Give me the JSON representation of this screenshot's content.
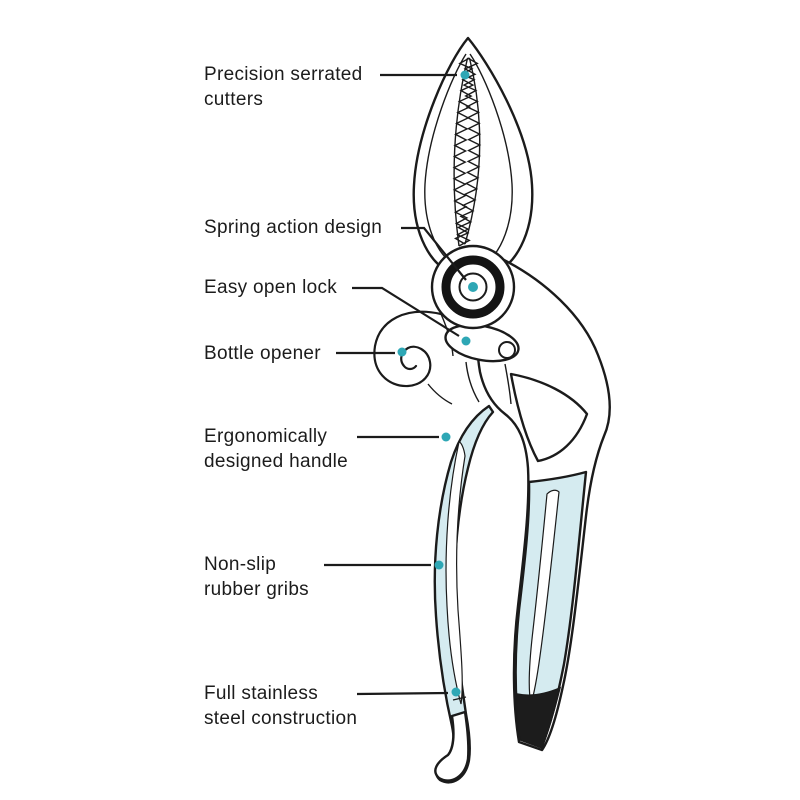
{
  "labels": [
    {
      "id": "precision-serrated-cutters",
      "text": "Precision serrated\ncutters"
    },
    {
      "id": "spring-action-design",
      "text": "Spring action design"
    },
    {
      "id": "easy-open-lock",
      "text": "Easy open lock"
    },
    {
      "id": "bottle-opener",
      "text": "Bottle opener"
    },
    {
      "id": "ergonomic-handle",
      "text": "Ergonomically\ndesigned handle"
    },
    {
      "id": "non-slip-grips",
      "text": "Non-slip\nrubber gribs"
    },
    {
      "id": "stainless-steel",
      "text": "Full stainless\nsteel construction"
    }
  ],
  "colors": {
    "accent_dot": "#2ea7b5",
    "grip_fill": "#d5ebf0",
    "line": "#1b1b1b",
    "band": "#1c1c1c",
    "background": "#ffffff"
  }
}
